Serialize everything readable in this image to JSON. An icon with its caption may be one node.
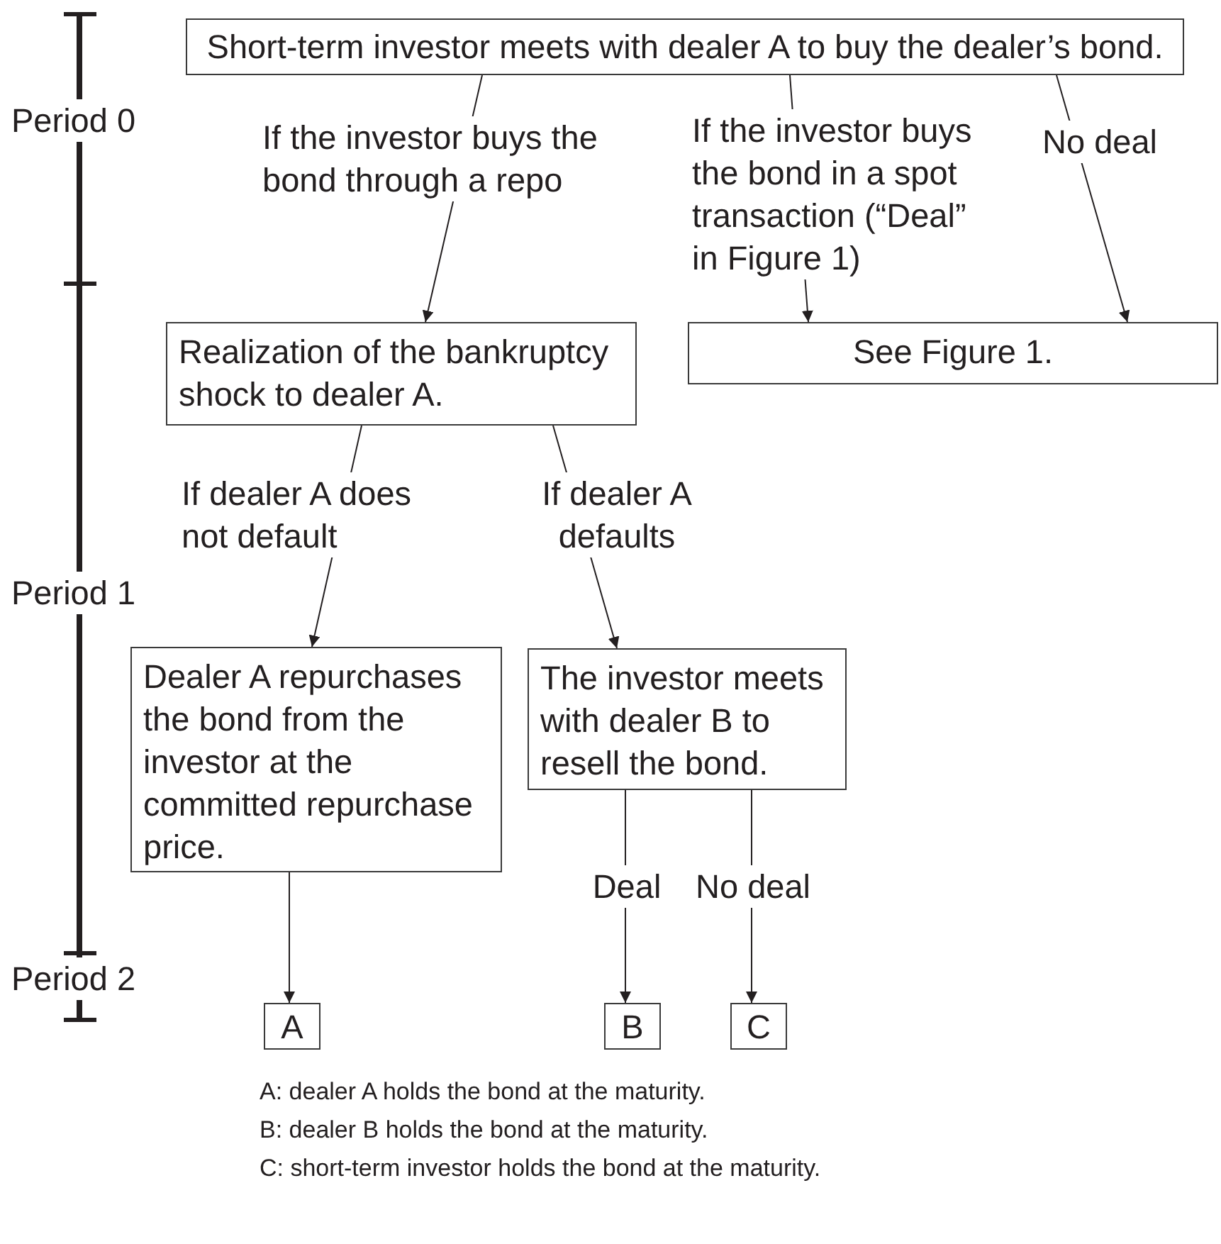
{
  "diagram": {
    "nodes": [
      {
        "text": [
          "Short-term investor meets with dealer A to buy the dealer’s bond."
        ]
      },
      {
        "text": [
          "Realization of the bankruptcy shock to dealer A."
        ]
      },
      {
        "text": [
          "See Figure 1."
        ]
      },
      {
        "text": [
          "Dealer A repurchases the bond from the investor at the committed repurchase price."
        ]
      },
      {
        "text": [
          "The investor meets with dealer B to resell the bond."
        ]
      },
      {
        "text": [
          "A"
        ]
      },
      {
        "text": [
          "B"
        ]
      },
      {
        "text": [
          "C"
        ]
      }
    ],
    "edges": [
      {
        "from": 0,
        "to": 1,
        "arrow": "to",
        "label": "If the investor buys the bond through a repo"
      },
      {
        "from": 0,
        "to": 2,
        "arrow": "to",
        "label": "If the investor buys the bond in a spot transaction (“Deal” in Figure 1)"
      },
      {
        "from": 0,
        "to": 2,
        "arrow": "to",
        "label": "No deal"
      },
      {
        "from": 1,
        "to": 3,
        "arrow": "to",
        "label": "If dealer A does not default"
      },
      {
        "from": 1,
        "to": 4,
        "arrow": "to",
        "label": "If dealer A defaults"
      },
      {
        "from": 3,
        "to": 5,
        "arrow": "to"
      },
      {
        "from": 4,
        "to": 6,
        "arrow": "to",
        "label": "Deal"
      },
      {
        "from": 4,
        "to": 7,
        "arrow": "to",
        "label": "No deal"
      }
    ],
    "labels": [
      "Period 0",
      "Period 1",
      "Period 2",
      "A: dealer A holds the bond at the maturity.",
      "B: dealer B holds the bond at the maturity.",
      "C: short-term investor holds the bond at the maturity."
    ]
  }
}
